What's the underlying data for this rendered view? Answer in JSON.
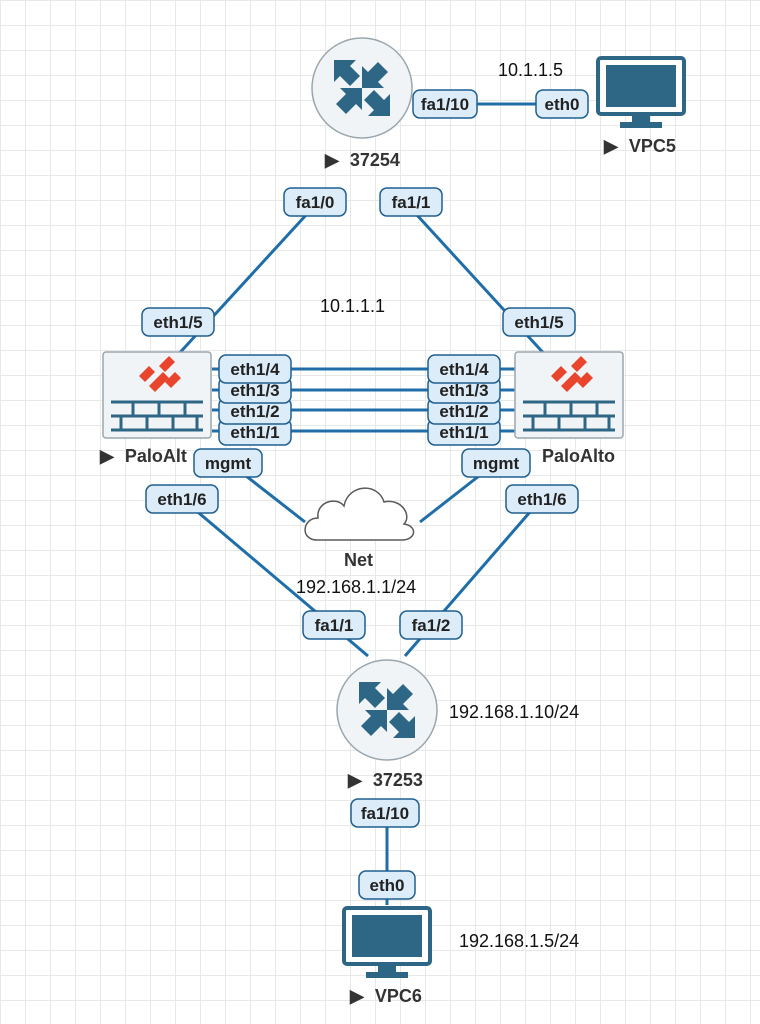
{
  "nodes": {
    "router_top": {
      "label": "37254",
      "icon": "router-icon"
    },
    "router_bottom": {
      "label": "37253",
      "icon": "router-icon"
    },
    "paloalto_left": {
      "label": "PaloAlt",
      "icon": "paloalto-firewall-icon"
    },
    "paloalto_right": {
      "label": "PaloAlto",
      "icon": "paloalto-firewall-icon"
    },
    "net": {
      "label": "Net",
      "icon": "cloud-icon"
    },
    "vpc5": {
      "label": "VPC5",
      "icon": "monitor-icon"
    },
    "vpc6": {
      "label": "VPC6",
      "icon": "monitor-icon"
    }
  },
  "interfaces": {
    "r1_fa1_10": "fa1/10",
    "vpc5_eth0": "eth0",
    "r1_fa1_0": "fa1/0",
    "r1_fa1_1": "fa1/1",
    "pl_eth1_5": "eth1/5",
    "pr_eth1_5": "eth1/5",
    "pl_eth1_4": "eth1/4",
    "pl_eth1_3": "eth1/3",
    "pl_eth1_2": "eth1/2",
    "pl_eth1_1": "eth1/1",
    "pr_eth1_4": "eth1/4",
    "pr_eth1_3": "eth1/3",
    "pr_eth1_2": "eth1/2",
    "pr_eth1_1": "eth1/1",
    "pl_mgmt": "mgmt",
    "pr_mgmt": "mgmt",
    "pl_eth1_6": "eth1/6",
    "pr_eth1_6": "eth1/6",
    "r2_fa1_1": "fa1/1",
    "r2_fa1_2": "fa1/2",
    "r2_fa1_10": "fa1/10",
    "vpc6_eth0": "eth0"
  },
  "notes": {
    "vpc5_ip": "10.1.1.5",
    "pa_inside_ip": "10.1.1.1",
    "pa_outside_ip": "192.168.1.1/24",
    "r2_ip": "192.168.1.10/24",
    "vpc6_ip": "192.168.1.5/24"
  },
  "play_glyph": "▶",
  "colors": {
    "link": "#1f6ea8",
    "interface_fill": "#dcecf8",
    "device_icon": "#2e6685",
    "paloalto_logo": "#e8452c"
  }
}
